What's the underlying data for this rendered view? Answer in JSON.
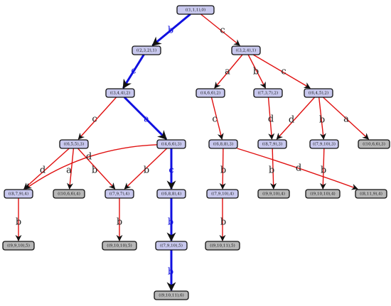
{
  "colors": {
    "node_fill": "#c8c8ee",
    "leaf_fill": "#b7b7b7",
    "edge": "#e01010",
    "path": "#1010e0",
    "outline": "#111111",
    "label": "#222222"
  },
  "tree": {
    "nodes": [
      {
        "id": "n0",
        "label": "((1,1,1),0)",
        "kind": "node"
      },
      {
        "id": "n1",
        "label": "((2,3,2),1)",
        "kind": "node"
      },
      {
        "id": "n2",
        "label": "((3,2,4),1)",
        "kind": "node"
      },
      {
        "id": "n3",
        "label": "((3,4,4),2)",
        "kind": "node"
      },
      {
        "id": "n4",
        "label": "((4,6,6),2)",
        "kind": "node"
      },
      {
        "id": "n5",
        "label": "((7,3,7),2)",
        "kind": "node"
      },
      {
        "id": "n6",
        "label": "((6,4,5),2)",
        "kind": "node"
      },
      {
        "id": "n7",
        "label": "((6,5,5),3)",
        "kind": "node"
      },
      {
        "id": "n8",
        "label": "((4,6,6),3)",
        "kind": "node"
      },
      {
        "id": "n9",
        "label": "((6,8,8),3)",
        "kind": "node"
      },
      {
        "id": "n10",
        "label": "((8,7,9),3)",
        "kind": "node"
      },
      {
        "id": "n11",
        "label": "((7,9,10),3)",
        "kind": "node"
      },
      {
        "id": "n12",
        "label": "((10,6,6),3)",
        "kind": "leaf"
      },
      {
        "id": "n13",
        "label": "((8,7,9),4)",
        "kind": "node"
      },
      {
        "id": "n14",
        "label": "((10,6,6),4)",
        "kind": "leaf"
      },
      {
        "id": "n15",
        "label": "((7,9,7),4)",
        "kind": "node"
      },
      {
        "id": "n16",
        "label": "((6,8,8),4)",
        "kind": "node"
      },
      {
        "id": "n17",
        "label": "((7,9,10),4)",
        "kind": "node"
      },
      {
        "id": "n18",
        "label": "((9,9,10),4)",
        "kind": "leaf"
      },
      {
        "id": "n19",
        "label": "((9,10,10),4)",
        "kind": "leaf"
      },
      {
        "id": "n20",
        "label": "((8,11,9),4)",
        "kind": "leaf"
      },
      {
        "id": "n21",
        "label": "((9,9,10),5)",
        "kind": "leaf"
      },
      {
        "id": "n22",
        "label": "((9,10,10),5)",
        "kind": "leaf"
      },
      {
        "id": "n23",
        "label": "((7,9,10),5)",
        "kind": "node"
      },
      {
        "id": "n24",
        "label": "((9,10,11),5)",
        "kind": "leaf"
      },
      {
        "id": "n25",
        "label": "((9,10,11),6)",
        "kind": "leaf"
      }
    ],
    "edges": [
      {
        "from": "n0",
        "to": "n1",
        "label": "b",
        "path": true
      },
      {
        "from": "n0",
        "to": "n2",
        "label": "c",
        "path": false
      },
      {
        "from": "n1",
        "to": "n3",
        "label": "c",
        "path": true
      },
      {
        "from": "n2",
        "to": "n4",
        "label": "a",
        "path": false
      },
      {
        "from": "n2",
        "to": "n5",
        "label": "b",
        "path": false
      },
      {
        "from": "n2",
        "to": "n6",
        "label": "c",
        "path": false
      },
      {
        "from": "n3",
        "to": "n7",
        "label": "c",
        "path": false
      },
      {
        "from": "n3",
        "to": "n8",
        "label": "a",
        "path": true
      },
      {
        "from": "n4",
        "to": "n9",
        "label": "c",
        "path": false
      },
      {
        "from": "n5",
        "to": "n10",
        "label": "d",
        "path": false
      },
      {
        "from": "n6",
        "to": "n10",
        "label": "d",
        "path": false
      },
      {
        "from": "n6",
        "to": "n11",
        "label": "b",
        "path": false
      },
      {
        "from": "n6",
        "to": "n12",
        "label": "a",
        "path": false
      },
      {
        "from": "n7",
        "to": "n13",
        "label": "d",
        "path": false
      },
      {
        "from": "n7",
        "to": "n14",
        "label": "a",
        "path": false
      },
      {
        "from": "n7",
        "to": "n15",
        "label": "b",
        "path": false
      },
      {
        "from": "n8",
        "to": "n13",
        "label": "d",
        "path": false
      },
      {
        "from": "n8",
        "to": "n15",
        "label": "b",
        "path": false
      },
      {
        "from": "n8",
        "to": "n16",
        "label": "c",
        "path": true
      },
      {
        "from": "n9",
        "to": "n17",
        "label": "b",
        "path": false
      },
      {
        "from": "n9",
        "to": "n20",
        "label": "d",
        "path": false
      },
      {
        "from": "n10",
        "to": "n18",
        "label": "b",
        "path": false
      },
      {
        "from": "n11",
        "to": "n19",
        "label": "b",
        "path": false
      },
      {
        "from": "n13",
        "to": "n21",
        "label": "b",
        "path": false
      },
      {
        "from": "n15",
        "to": "n22",
        "label": "b",
        "path": false
      },
      {
        "from": "n16",
        "to": "n23",
        "label": "b",
        "path": true
      },
      {
        "from": "n17",
        "to": "n24",
        "label": "b",
        "path": false
      },
      {
        "from": "n23",
        "to": "n25",
        "label": "b",
        "path": true
      }
    ]
  }
}
